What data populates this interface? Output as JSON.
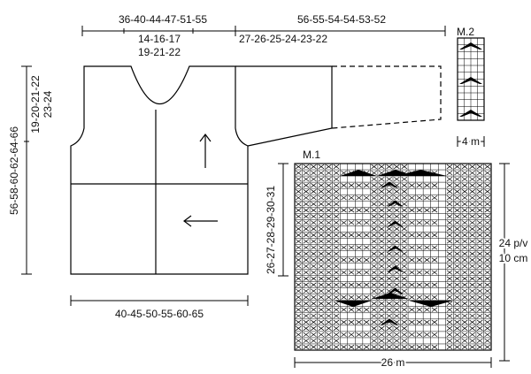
{
  "dimensions": {
    "top_body_width": "36-40-44-47-51-55",
    "neck_width": "14-16-17",
    "neck_width_2": "19-21-22",
    "sleeve_length": "56-55-54-54-53-52",
    "sleeve_opening": "27-26-25-24-23-22",
    "total_length": "56-58-60-62-64-66",
    "armhole_depth": "19-20-21-22",
    "armhole_depth_2": "23-24",
    "bottom_width": "40-45-50-55-60-65"
  },
  "chart_m1": {
    "title": "M.1",
    "side_rows": "26-27-28-29-30-31",
    "gauge": "24 p/v",
    "gauge_2": "10 cm",
    "width_label": "26 m",
    "columns": 26,
    "rows": 30,
    "x_columns": [
      0,
      1,
      2,
      3,
      4,
      5,
      10,
      11,
      12,
      13,
      14,
      20,
      21,
      22,
      23,
      24,
      25
    ],
    "x_column_pairs": [
      [
        6,
        7
      ],
      [
        8,
        9
      ],
      [
        15,
        16
      ],
      [
        17,
        18
      ]
    ],
    "colors": {
      "ink": "#000000",
      "background": "#ffffff"
    }
  },
  "chart_m2": {
    "title": "M.2",
    "width_label": "4 m",
    "columns": 4,
    "rows": 12
  }
}
